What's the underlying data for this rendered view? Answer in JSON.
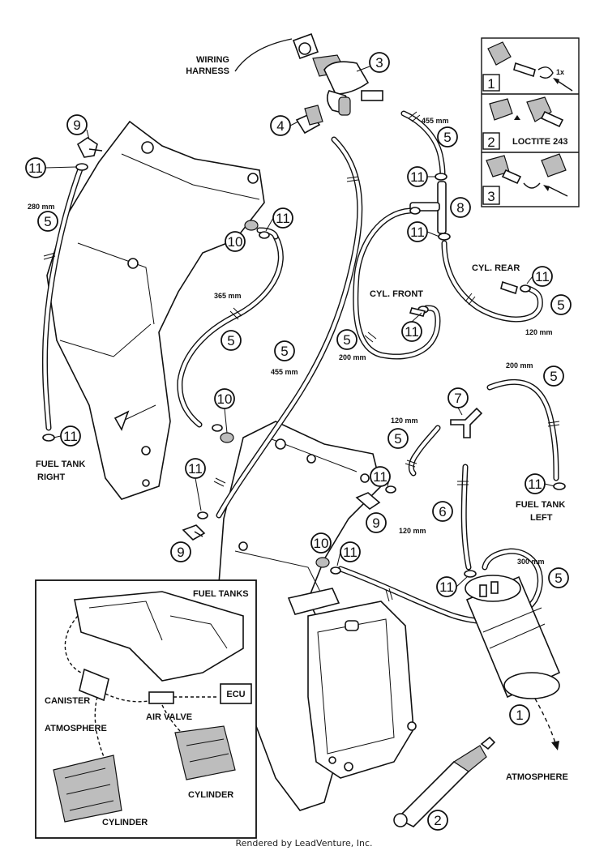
{
  "labels": {
    "wiring_harness_1": "WIRING",
    "wiring_harness_2": "HARNESS",
    "fuel_tank_right_1": "FUEL TANK",
    "fuel_tank_right_2": "RIGHT",
    "fuel_tank_left_1": "FUEL TANK",
    "fuel_tank_left_2": "LEFT",
    "cyl_front": "CYL. FRONT",
    "cyl_rear": "CYL. REAR",
    "atmosphere": "ATMOSPHERE",
    "loctite": "LOCTITE 243",
    "step_note_1x": "1x"
  },
  "dimensions": {
    "d280": "280 mm",
    "d365": "365 mm",
    "d455a": "455 mm",
    "d455b": "455 mm",
    "d200a": "200 mm",
    "d120a": "120 mm",
    "d200b": "200 mm",
    "d120b": "120 mm",
    "d120c": "120 mm",
    "d300": "300 mm"
  },
  "callouts": {
    "c1": "1",
    "c2": "2",
    "c3": "3",
    "c4": "4",
    "c5a": "5",
    "c5b": "5",
    "c5c": "5",
    "c5d": "5",
    "c5e": "5",
    "c5f": "5",
    "c5g": "5",
    "c5h": "5",
    "c5i": "5",
    "c6": "6",
    "c7": "7",
    "c8": "8",
    "c9a": "9",
    "c9b": "9",
    "c9c": "9",
    "c10a": "10",
    "c10b": "10",
    "c10c": "10",
    "c11a": "11",
    "c11b": "11",
    "c11c": "11",
    "c11d": "11",
    "c11e": "11",
    "c11f": "11",
    "c11g": "11",
    "c11h": "11",
    "c11i": "11",
    "c11j": "11",
    "c11k": "11",
    "c11l": "11"
  },
  "steps": {
    "s1": "1",
    "s2": "2",
    "s3": "3"
  },
  "inset": {
    "fuel_tanks": "FUEL TANKS",
    "canister": "CANISTER",
    "atmosphere": "ATMOSPHERE",
    "air_valve": "AIR VALVE",
    "ecu": "ECU",
    "cylinder_right": "CYLINDER",
    "cylinder_left": "CYLINDER"
  },
  "credit": "Rendered by LeadVenture, Inc."
}
